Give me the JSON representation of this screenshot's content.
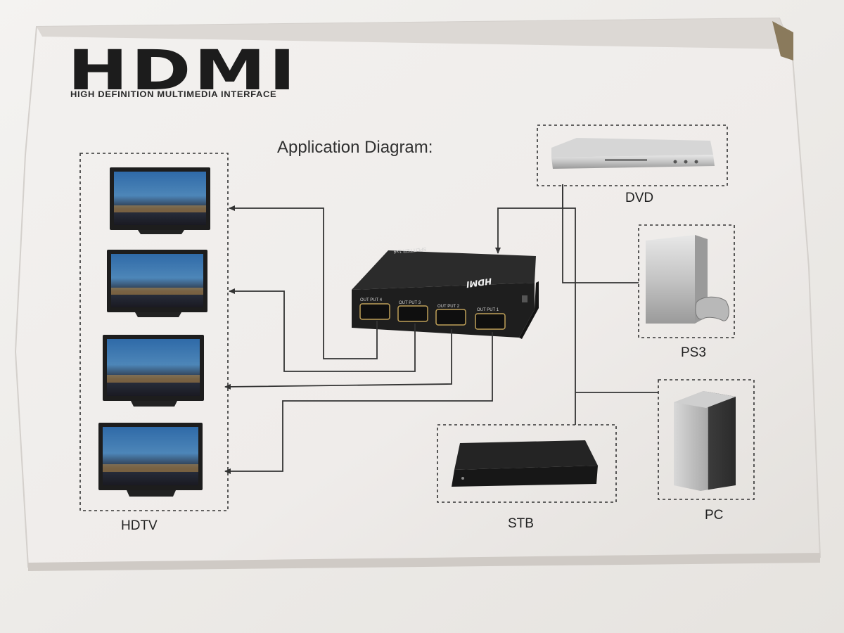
{
  "logo": {
    "wordmark": "HDMI",
    "tagline": "HIGH DEFINITION MULTIMEDIA INTERFACE"
  },
  "diagram": {
    "title": "Application Diagram:",
    "splitter": {
      "brand": "HDMI",
      "model": "SPLITTER 1x4",
      "ports": [
        "OUT PUT 4",
        "OUT PUT 3",
        "OUT PUT 2",
        "OUT PUT 1"
      ]
    },
    "outputs_label": "HDTV",
    "sources": {
      "dvd": "DVD",
      "ps3": "PS3",
      "stb": "STB",
      "pc": "PC"
    }
  },
  "colors": {
    "background": "#eeeae6",
    "box_face": "#f2f0ee",
    "ink": "#262626",
    "splitter": "#1e1e1e"
  }
}
